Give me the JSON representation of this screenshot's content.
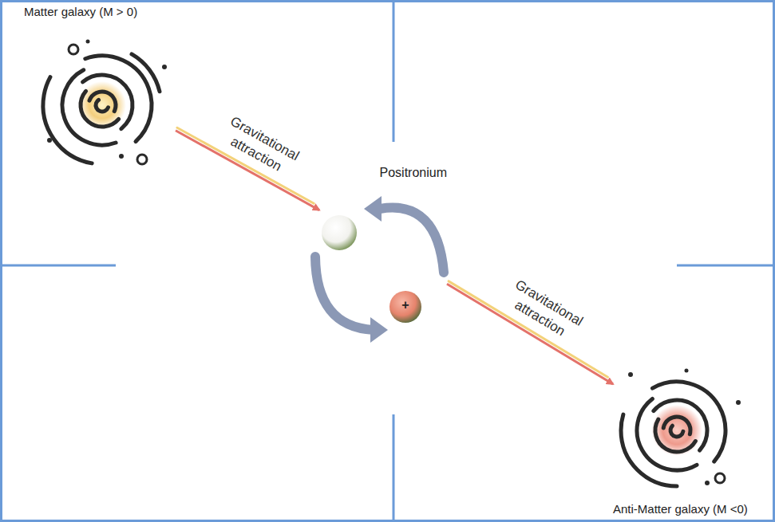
{
  "diagram": {
    "nodes": [
      {
        "text": [
          "Matter galaxy (M > 0)"
        ]
      },
      {
        "text": [
          "Positronium"
        ]
      },
      {
        "text": [
          "Anti-Matter galaxy (M <0)"
        ]
      }
    ],
    "edges": [
      {
        "from": 0,
        "to": 1,
        "arrow": "to",
        "label": "Gravitational attraction"
      },
      {
        "from": 1,
        "to": 2,
        "arrow": "to",
        "label": "Gravitational attraction"
      }
    ],
    "labels": [
      "+"
    ]
  }
}
